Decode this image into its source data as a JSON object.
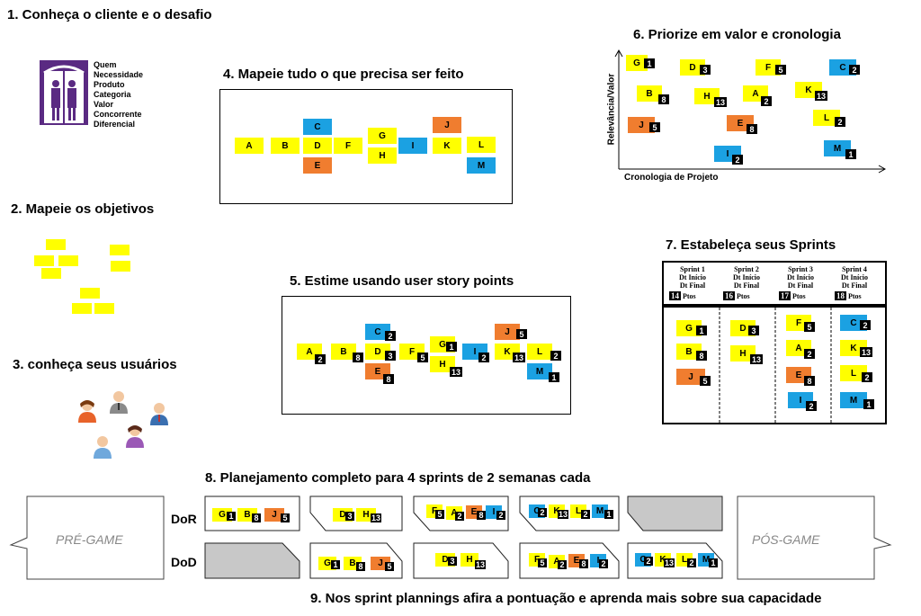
{
  "steps": {
    "s1": "1. Conheça o cliente e o desafio",
    "s2": "2. Mapeie os objetivos",
    "s3": "3. conheça seus usuários",
    "s4": "4. Mapeie tudo o que precisa ser feito",
    "s5": "5. Estime usando user story points",
    "s6": "6. Priorize em valor e cronologia",
    "s7": "7. Estabeleça seus Sprints",
    "s8": "8. Planejamento completo para 4 sprints de 2 semanas cada",
    "s9": "9. Nos sprint plannings afira a pontuação e aprenda mais sobre sua capacidade"
  },
  "persona": [
    "Quem",
    "Necessidade",
    "Produto",
    "Categoria",
    "Valor",
    "Concorrente",
    "Diferencial"
  ],
  "axis": {
    "y": "Relevância/Valor",
    "x": "Cronologia de Projeto"
  },
  "sprints": [
    {
      "name": "Sprint 1",
      "start": "Dt Início",
      "end": "Dt Final",
      "pts": "14",
      "pts_label": "Ptos"
    },
    {
      "name": "Sprint 2",
      "start": "Dt Início",
      "end": "Dt Final",
      "pts": "16",
      "pts_label": "Ptos"
    },
    {
      "name": "Sprint 3",
      "start": "Dt Início",
      "end": "Dt Final",
      "pts": "17",
      "pts_label": "Ptos"
    },
    {
      "name": "Sprint 4",
      "start": "Dt Início",
      "end": "Dt Final",
      "pts": "18",
      "pts_label": "Ptos"
    }
  ],
  "planning": {
    "dor": "DoR",
    "dod": "DoD",
    "pre": "PRÉ-GAME",
    "pos": "PÓS-GAME"
  },
  "stories": {
    "A": {
      "label": "A",
      "points": "2",
      "color": "#ffff00"
    },
    "B": {
      "label": "B",
      "points": "8",
      "color": "#ffff00"
    },
    "C": {
      "label": "C",
      "points": "2",
      "color": "#1ba1e2"
    },
    "D": {
      "label": "D",
      "points": "3",
      "color": "#ffff00"
    },
    "E": {
      "label": "E",
      "points": "8",
      "color": "#f07d2f"
    },
    "F": {
      "label": "F",
      "points": "5",
      "color": "#ffff00"
    },
    "G": {
      "label": "G",
      "points": "1",
      "color": "#ffff00"
    },
    "H": {
      "label": "H",
      "points": "13",
      "color": "#ffff00"
    },
    "I": {
      "label": "I",
      "points": "2",
      "color": "#1ba1e2"
    },
    "J": {
      "label": "J",
      "points": "5",
      "color": "#f07d2f"
    },
    "K": {
      "label": "K",
      "points": "13",
      "color": "#ffff00"
    },
    "L": {
      "label": "L",
      "points": "2",
      "color": "#ffff00"
    },
    "M": {
      "label": "M",
      "points": "1",
      "color": "#1ba1e2"
    }
  }
}
